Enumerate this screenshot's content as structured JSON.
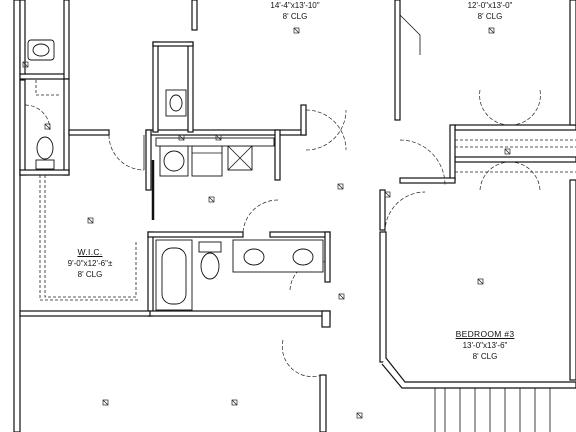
{
  "rooms": {
    "top_middle": {
      "size": "14'-4\"x13'-10\"",
      "ceiling": "8' CLG"
    },
    "top_right": {
      "size": "12'-0\"x13'-0\"",
      "ceiling": "8' CLG"
    },
    "wic": {
      "name": "W.I.C.",
      "size": "9'-0\"x12'-6\"±",
      "ceiling": "8' CLG"
    },
    "bedroom3": {
      "name": "BEDROOM #3",
      "size": "13'-0\"x13'-6\"",
      "ceiling": "8' CLG"
    }
  },
  "fixtures": {
    "lights": [
      "light-icon",
      "light-icon",
      "light-icon",
      "light-icon",
      "light-icon",
      "light-icon",
      "light-icon",
      "light-icon",
      "light-icon",
      "light-icon",
      "light-icon",
      "light-icon",
      "light-icon",
      "light-icon",
      "light-icon",
      "light-icon"
    ]
  }
}
